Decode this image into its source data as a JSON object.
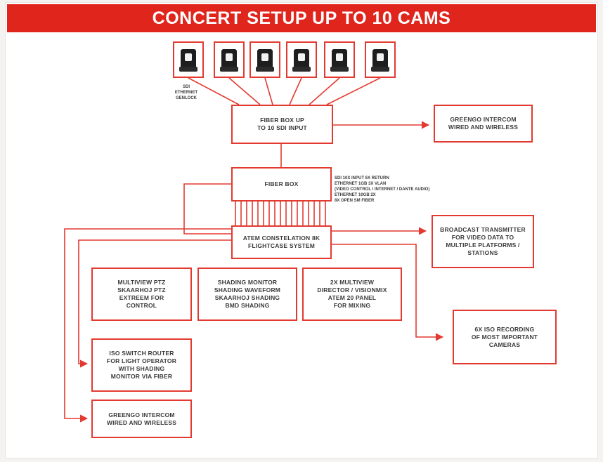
{
  "title": "CONCERT SETUP UP TO 10 CAMS",
  "colors": {
    "accent": "#e0251d",
    "line": "#e23a30",
    "text": "#3a3a3a",
    "camera": "#1e1e1e"
  },
  "cameras": [
    "camera-icon",
    "camera-icon",
    "camera-icon",
    "camera-icon",
    "camera-icon",
    "camera-icon"
  ],
  "camera_note": "SDI\nETHERNET\nGENLOCK",
  "fiber_box_up": "FIBER BOX UP\nTO 10 SDI INPUT",
  "intercom_top": "GREENGO INTERCOM\nWIRED AND WIRELESS",
  "fiber_box": "FIBER BOX",
  "fiber_note": "SDI 10X INPUT 6X RETURN\nETHERNET 1GB 3X VLAN\n(VIDEO CONTROL / INTERNET / DANTE AUDIO)\nETHERNET 10GB 2X\n8X OPEN SM FIBER",
  "atem": "ATEM CONSTELATION 8K\nFLIGHTCASE SYSTEM",
  "broadcast": "BROADCAST TRANSMITTER\nFOR VIDEO DATA TO\nMULTIPLE PLATFORMS /\nSTATIONS",
  "multiview_ptz": "MULTIVIEW PTZ\nSKAARHOJ PTZ\nEXTREEM FOR\nCONTROL",
  "shading_monitor": "SHADING MONITOR\nSHADING WAVEFORM\nSKAARHOJ SHADING\nBMD SHADING",
  "multiview_director": "2X MULTIVIEW\nDIRECTOR / VISIONMIX\nATEM 20 PANEL\nFOR MIXING",
  "iso_recording": "6X ISO RECORDING\nOF MOST IMPORTANT\nCAMERAS",
  "iso_switch": "ISO SWITCH ROUTER\nFOR LIGHT OPERATOR\nWITH SHADING\nMONITOR VIA FIBER",
  "intercom_bottom": "GREENGO INTERCOM\nWIRED AND WIRELESS"
}
